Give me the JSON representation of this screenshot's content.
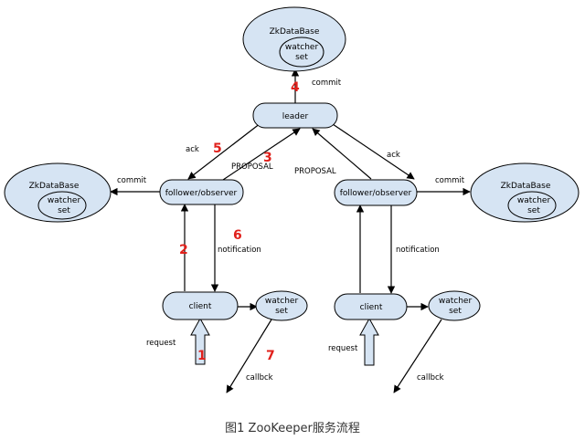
{
  "caption": "图1 ZooKeeper服务流程",
  "colors": {
    "node_fill": "#d6e4f3",
    "node_stroke": "#000000",
    "step_number": "#e0201b",
    "up_arrow_fill": "#d6e4f3"
  },
  "nodes": {
    "leader": "leader",
    "follower_left": "follower/observer",
    "follower_right": "follower/observer",
    "client_left": "client",
    "client_right": "client"
  },
  "databases": {
    "top": {
      "title": "ZkDataBase",
      "inner_line1": "watcher",
      "inner_line2": "set"
    },
    "left": {
      "title": "ZkDataBase",
      "inner_line1": "watcher",
      "inner_line2": "set"
    },
    "right": {
      "title": "ZkDataBase",
      "inner_line1": "watcher",
      "inner_line2": "set"
    }
  },
  "watchers": {
    "left": {
      "line1": "watcher",
      "line2": "set"
    },
    "right": {
      "line1": "watcher",
      "line2": "set"
    }
  },
  "edge_labels": {
    "commit_top": "commit",
    "commit_left": "commit",
    "commit_right": "commit",
    "ack_left": "ack",
    "ack_right": "ack",
    "proposal_left": "PROPOSAL",
    "proposal_right": "PROPOSAL",
    "notification_left": "notification",
    "notification_right": "notification",
    "request_left": "request",
    "request_right": "request",
    "callback_left": "callbck",
    "callback_right": "callbck"
  },
  "steps": {
    "s1": "1",
    "s2": "2",
    "s3": "3",
    "s4": "4",
    "s5": "5",
    "s6": "6",
    "s7": "7"
  }
}
